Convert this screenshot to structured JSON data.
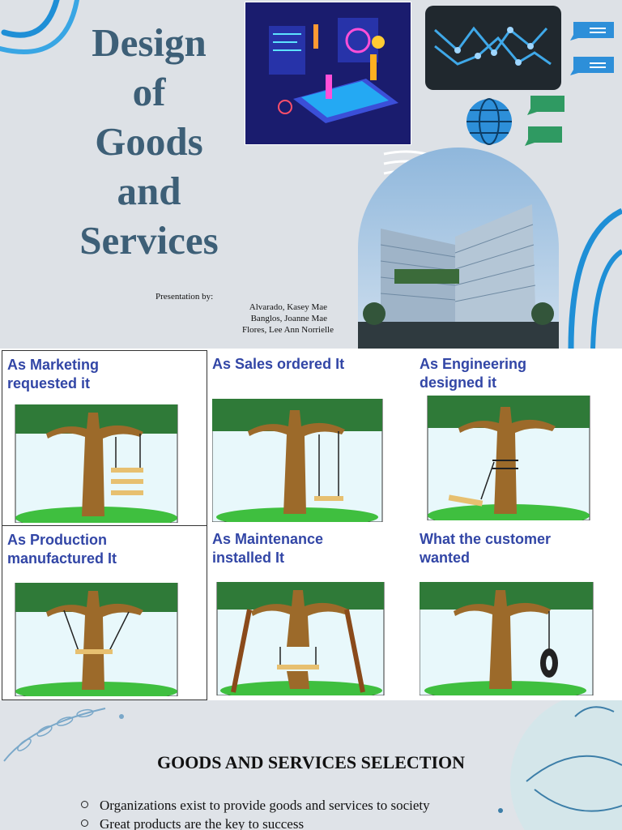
{
  "title_slide": {
    "title_lines": [
      "Design",
      "of",
      "Goods",
      "and",
      "Services"
    ],
    "presented_by": "Presentation by:",
    "presenters": [
      "Alvarado, Kasey Mae",
      "Banglos, Joanne Mae",
      "Flores, Lee Ann Norrielle"
    ]
  },
  "cartoon": {
    "panels": [
      {
        "caption_lines": [
          "As Marketing",
          "requested it"
        ],
        "swing": "triple-board"
      },
      {
        "caption_lines": [
          "As Sales ordered It"
        ],
        "swing": "long-rope"
      },
      {
        "caption_lines": [
          "As Engineering",
          "designed it"
        ],
        "swing": "on-trunk"
      },
      {
        "caption_lines": [
          "As Production",
          "manufactured It"
        ],
        "swing": "around-trunk"
      },
      {
        "caption_lines": [
          "As Maintenance",
          "installed It"
        ],
        "swing": "propped-tree"
      },
      {
        "caption_lines": [
          "What the customer",
          "wanted"
        ],
        "swing": "tire"
      }
    ]
  },
  "content_slide": {
    "title": "GOODS AND SERVICES SELECTION",
    "bullets": [
      "Organizations exist to provide goods and services to society",
      "Great products are the key to success"
    ]
  },
  "colors": {
    "title": "#3d5f77",
    "caption": "#3246a6",
    "accent_blue": "#1f8fd6",
    "tree_bark": "#9c6a2a",
    "foliage": "#2f7a38",
    "grass": "#3fbf3f",
    "sky": "#e8f8fb"
  }
}
